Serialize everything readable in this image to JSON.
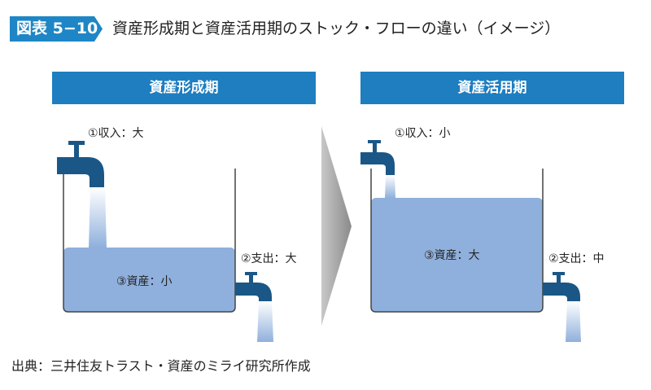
{
  "figure": {
    "number": "図表 5−10",
    "title": "資産形成期と資産活用期のストック・フローの違い（イメージ）"
  },
  "panels": [
    {
      "header": "資産形成期",
      "income": "①収入：大",
      "expense": "②支出：大",
      "assets": "③資産：小",
      "water_level": 0.45
    },
    {
      "header": "資産活用期",
      "income": "①収入：小",
      "expense": "②支出：中",
      "assets": "③資産：大",
      "water_level": 0.8
    }
  ],
  "source": "出典：三井住友トラスト・資産のミライ研究所作成",
  "colors": {
    "header": "#1e7ec0",
    "faucet": "#1a5787",
    "water": "#8fb0dc",
    "arrow": "#999999"
  }
}
